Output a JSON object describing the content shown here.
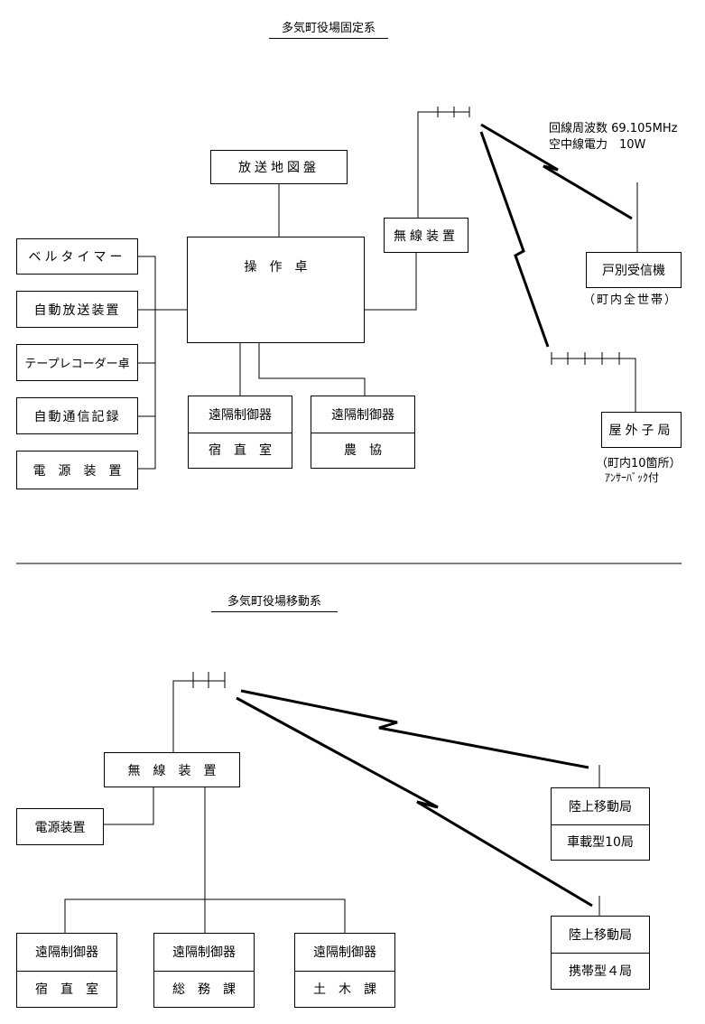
{
  "fixed_system": {
    "title": "多気町役場固定系",
    "broadcast_map": "放送地図盤",
    "console": "操　作　卓",
    "radio_unit": "無線装置",
    "bell_timer": "ベルタイマー",
    "auto_broadcast": "自動放送装置",
    "tape_recorder": "テープレコーダー卓",
    "auto_comm_record": "自動通信記録",
    "power_unit": "電　源　装　置",
    "remote1": {
      "top": "遠隔制御器",
      "bottom": "宿　直　室"
    },
    "remote2": {
      "top": "遠隔制御器",
      "bottom": "農　協"
    },
    "freq_line1": "回線周波数 69.105MHz",
    "freq_line2": "空中線電力　10W",
    "household_receiver": "戸別受信機",
    "household_note": "（町内全世帯）",
    "outdoor_station": "屋外子局",
    "outdoor_note1": "（町内10箇所）",
    "outdoor_note2": "ｱﾝｻｰﾊﾞｯｸ付"
  },
  "mobile_system": {
    "title": "多気町役場移動系",
    "radio_unit": "無　線　装　置",
    "power_unit": "電源装置",
    "land_mobile1": {
      "top": "陸上移動局",
      "bottom": "車載型10局"
    },
    "land_mobile2": {
      "top": "陸上移動局",
      "bottom": "携帯型４局"
    },
    "remote1": {
      "top": "遠隔制御器",
      "bottom": "宿　直　室"
    },
    "remote2": {
      "top": "遠隔制御器",
      "bottom": "総　務　課"
    },
    "remote3": {
      "top": "遠隔制御器",
      "bottom": "土　木　課"
    }
  }
}
